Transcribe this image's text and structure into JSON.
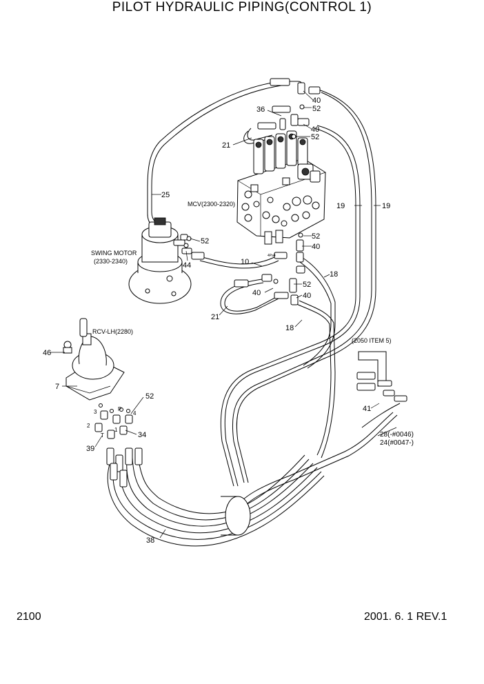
{
  "title": "PILOT HYDRAULIC PIPING(CONTROL 1)",
  "page_number": "2100",
  "revision": "2001. 6. 1 REV.1",
  "components": {
    "mcv": "MCV(2300-2320)",
    "swing_motor_line1": "SWING MOTOR",
    "swing_motor_line2": "(2330-2340)",
    "rcv": "RCV-LH(2280)",
    "item5": "(2050 ITEM 5)",
    "hose_28": "28(-#0046)",
    "hose_24": "24(#0047-)",
    "port_label": "4Pa4"
  },
  "callouts": {
    "c40a": "40",
    "c52a": "52",
    "c36": "36",
    "c40b": "40",
    "c52b": "52",
    "c21a": "21",
    "c25": "25",
    "c19a": "19",
    "c19b": "19",
    "c52c": "52",
    "c44": "44",
    "c52d": "52",
    "c40c": "40",
    "c10": "10",
    "c18a": "18",
    "c40d": "40",
    "c52e": "52",
    "c40e": "40",
    "c21b": "21",
    "c18b": "18",
    "c46": "46",
    "c7": "7",
    "c52f": "52",
    "c41": "41",
    "c34": "34",
    "c39": "39",
    "c38": "38"
  },
  "port_numbers": {
    "p3": "3",
    "pP": "P",
    "p4": "4",
    "p2": "2",
    "pT": "T",
    "p1": "1"
  }
}
